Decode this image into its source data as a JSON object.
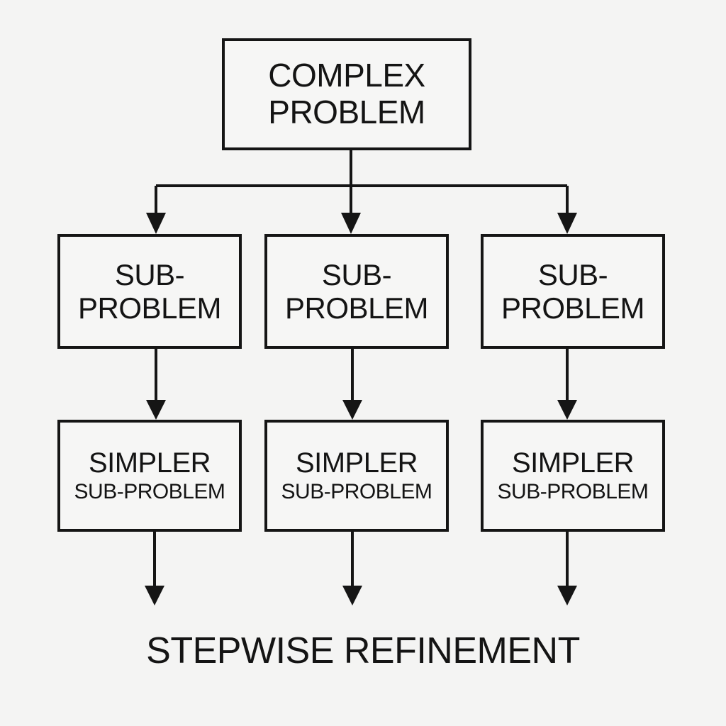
{
  "diagram": {
    "root": {
      "line1": "COMPLEX",
      "line2": "PROBLEM"
    },
    "subproblems": [
      {
        "line1": "SUB-",
        "line2": "PROBLEM"
      },
      {
        "line1": "SUB-",
        "line2": "PROBLEM"
      },
      {
        "line1": "SUB-",
        "line2": "PROBLEM"
      }
    ],
    "simpler_subproblems": [
      {
        "line1": "SIMPLER",
        "line2": "SUB-PROBLEM"
      },
      {
        "line1": "SIMPLER",
        "line2": "SUB-PROBLEM"
      },
      {
        "line1": "SIMPLER",
        "line2": "SUB-PROBLEM"
      }
    ],
    "caption": "STEPWISE REFINEMENT",
    "colors": {
      "stroke": "#151515",
      "background": "#f4f4f3"
    }
  }
}
